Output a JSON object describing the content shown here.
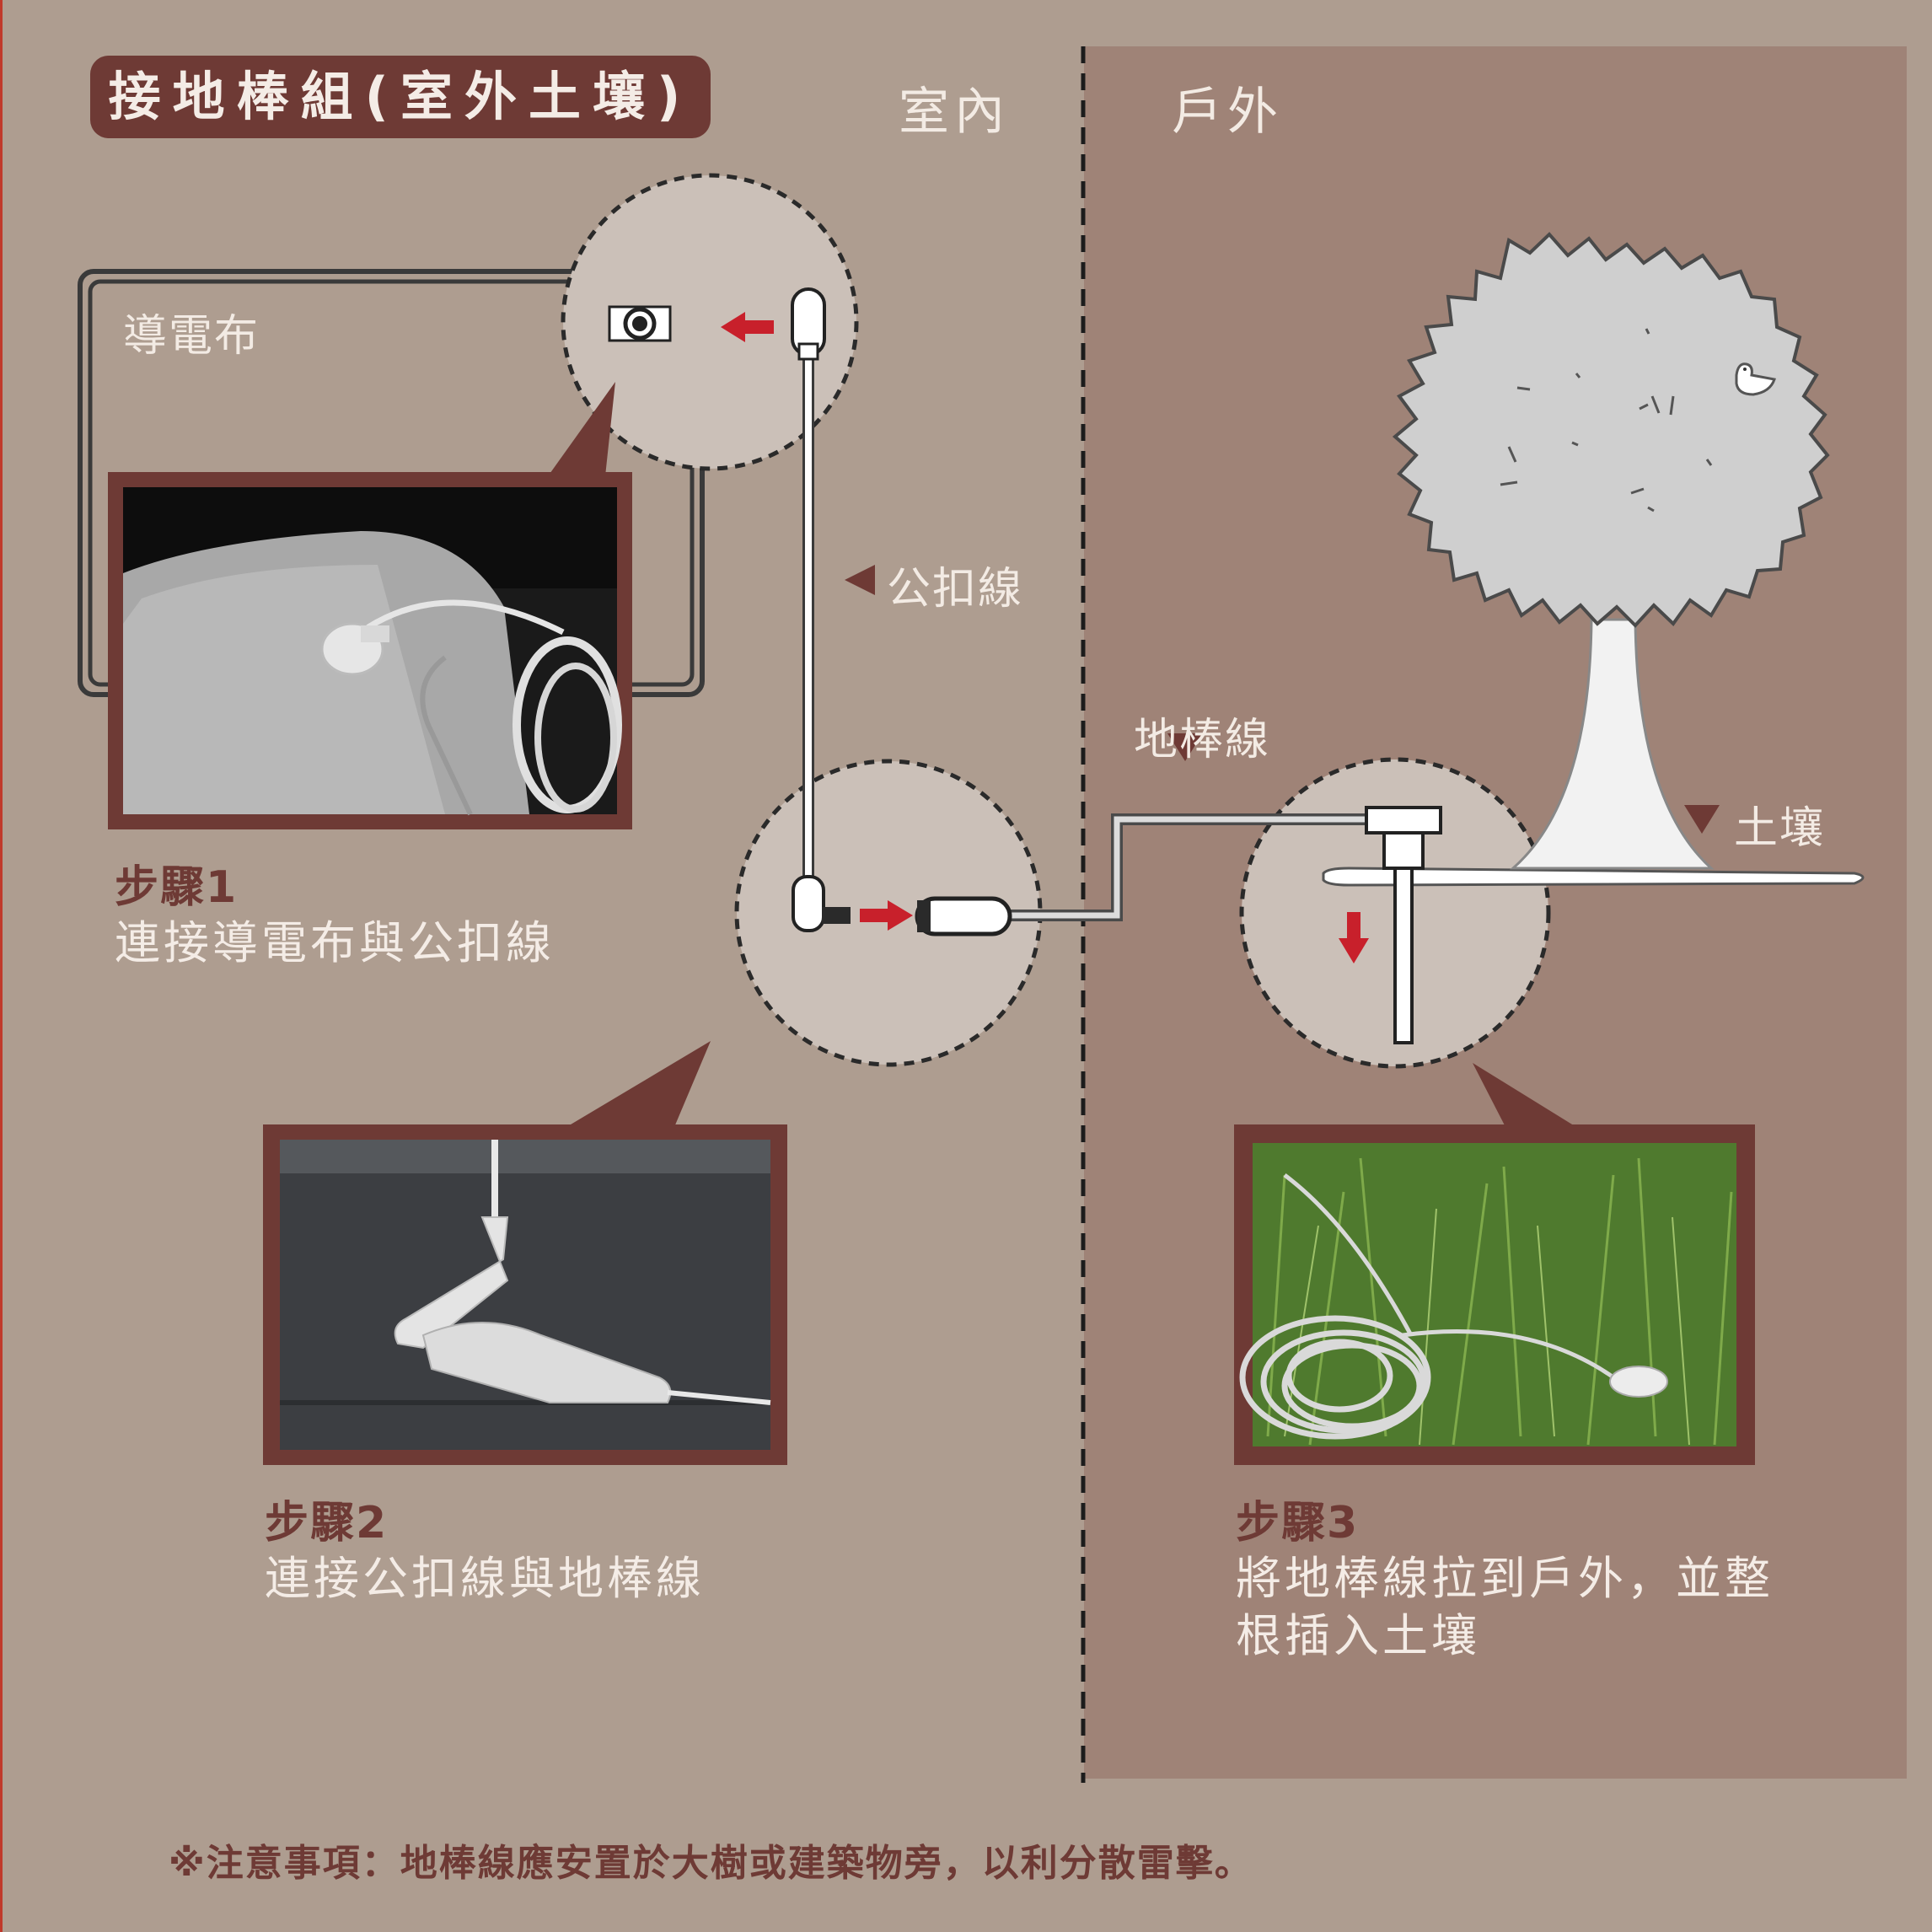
{
  "title": "接地棒組(室外土壤)",
  "zones": {
    "indoor": "室內",
    "outdoor": "戶外"
  },
  "labels": {
    "conductive_cloth": "導電布",
    "male_snap_cable": "公扣線",
    "ground_rod_cable": "地棒線",
    "soil": "土壤"
  },
  "steps": [
    {
      "title": "步驟1",
      "lines": [
        "連接導電布與公扣線"
      ]
    },
    {
      "title": "步驟2",
      "lines": [
        "連接公扣線與地棒線"
      ]
    },
    {
      "title": "步驟3",
      "lines": [
        "將地棒線拉到戶外，並整",
        "根插入土壤"
      ]
    }
  ],
  "note": "※注意事項：地棒線應安置於大樹或建築物旁，以利分散雷擊。",
  "colors": {
    "indoor_bg": "#ae9d90",
    "outdoor_bg": "#9f8377",
    "badge": "#6e3a35",
    "arrow": "#c8202b",
    "circle_fill": "#cbc0b8",
    "text_light": "#f3ebe4"
  },
  "icons": [
    "arrow-left-icon",
    "arrow-right-icon",
    "arrow-down-icon",
    "triangle-pointer-icon",
    "tree-icon",
    "bird-icon",
    "snap-button-icon",
    "ground-rod-icon"
  ]
}
